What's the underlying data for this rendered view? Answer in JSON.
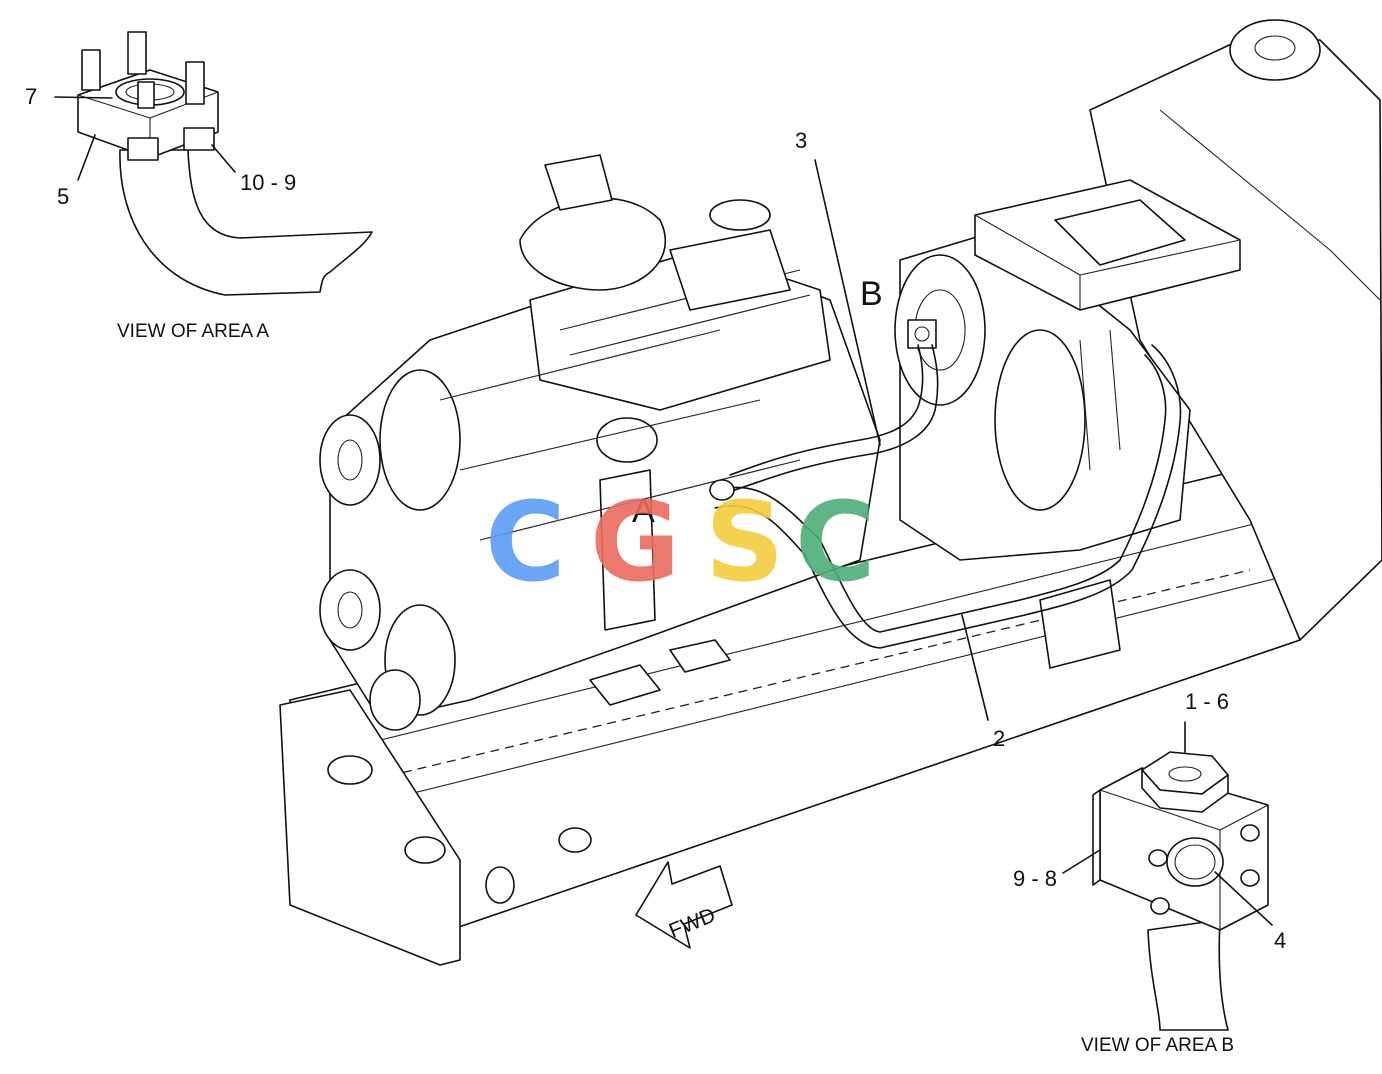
{
  "callouts": {
    "area_a_label": "A",
    "area_b_label": "B",
    "c3": "3",
    "c2": "2",
    "c7": "7",
    "c5": "5",
    "c10_9": "10 - 9",
    "c1_6": "1 - 6",
    "c9_8": "9 - 8",
    "c4": "4"
  },
  "captions": {
    "view_a": "VIEW OF AREA A",
    "view_b": "VIEW OF AREA B"
  },
  "direction": {
    "fwd": "FWD",
    "icon": "arrow-left-icon"
  },
  "watermark": {
    "text": "CGSC",
    "colors": [
      "#5b9cf5",
      "#ea6b5f",
      "#f5cd3f",
      "#4fae7a"
    ]
  }
}
